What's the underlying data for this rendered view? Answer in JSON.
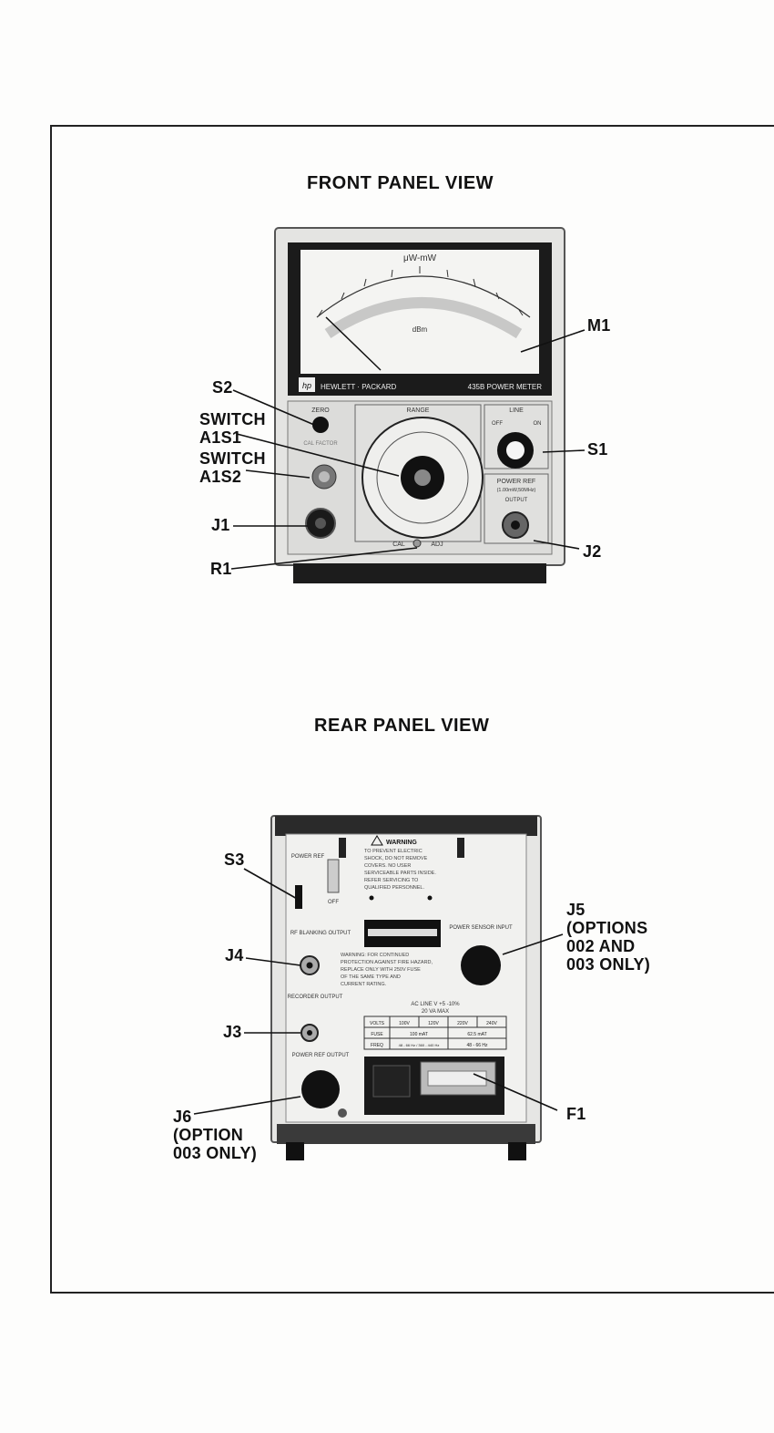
{
  "front": {
    "heading": "FRONT PANEL VIEW",
    "meter_unit_top": "μW-mW",
    "meter_unit_bottom": "dBm",
    "brand": "HEWLETT · PACKARD",
    "model": "435B POWER METER",
    "logo": "hp",
    "zero_label": "ZERO",
    "cal_factor_label": "CAL FACTOR",
    "range_label": "RANGE",
    "line_label": "LINE",
    "off_label": "OFF",
    "on_label": "ON",
    "power_ref_label": "POWER REF",
    "power_ref_spec": "(1.00mW,50MHz)",
    "output_label": "OUTPUT",
    "cal_label": "CAL",
    "adj_label": "ADJ",
    "callouts": {
      "M1": "M1",
      "S2": "S2",
      "A1S1_line1": "SWITCH",
      "A1S1_line2": "A1S1",
      "A1S2_line1": "SWITCH",
      "A1S2_line2": "A1S2",
      "S1": "S1",
      "J1": "J1",
      "J2": "J2",
      "R1": "R1"
    }
  },
  "rear": {
    "heading": "REAR PANEL VIEW",
    "power_ref_label": "POWER REF",
    "off_label": "OFF",
    "rf_blanking_label": "RF BLANKING OUTPUT",
    "recorder_label": "RECORDER OUTPUT",
    "power_ref_output_label": "POWER REF OUTPUT",
    "power_sensor_label": "POWER SENSOR INPUT",
    "warning_title": "WARNING",
    "warning_text": [
      "TO PREVENT ELECTRIC",
      "SHOCK, DO NOT REMOVE",
      "COVERS. NO USER",
      "SERVICEABLE PARTS INSIDE.",
      "REFER SERVICING TO",
      "QUALIFIED PERSONNEL."
    ],
    "warning2_text": [
      "WARNING: FOR CONTINUED",
      "PROTECTION AGAINST FIRE HAZARD,",
      "REPLACE ONLY WITH 250V FUSE",
      "OF THE SAME TYPE AND",
      "CURRENT RATING."
    ],
    "ac_line": "AC LINE V +5 -10%",
    "va_max": "20 VA MAX",
    "table": {
      "rows": [
        [
          "VOLTS",
          "100V",
          "120V",
          "220V",
          "240V"
        ],
        [
          "FUSE",
          "100 mAT",
          "",
          "62.5 mAT",
          ""
        ],
        [
          "FREQ",
          "48 - 66 Hz / 360 - 440 Hz",
          "",
          "48 - 66 Hz",
          ""
        ]
      ]
    },
    "callouts": {
      "S3": "S3",
      "J4": "J4",
      "J3": "J3",
      "J6_line1": "J6",
      "J6_line2": "(OPTION",
      "J6_line3": "003 ONLY)",
      "J5_line1": "J5",
      "J5_line2": "(OPTIONS",
      "J5_line3": "002 AND",
      "J5_line4": "003 ONLY)",
      "F1": "F1"
    }
  }
}
